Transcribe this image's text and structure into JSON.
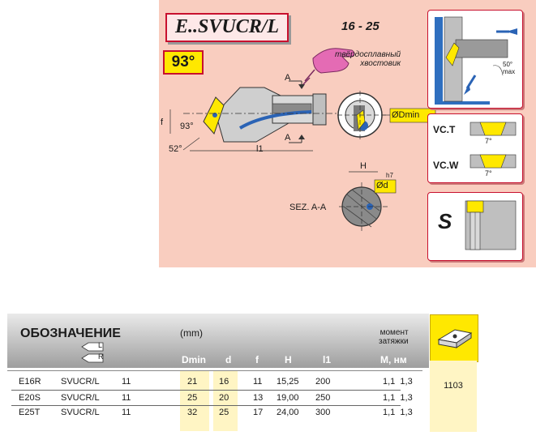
{
  "header": {
    "code": "E..SVUCR/L",
    "range": "16 - 25",
    "angle_badge": "93°",
    "note_line1": "твёрдосплавный",
    "note_line2": "хвостовик"
  },
  "diagram": {
    "label_a_top": "A",
    "label_a_bottom": "A",
    "label_dmin": "ØDmin",
    "label_angle_93": "93°",
    "label_angle_52": "52°",
    "label_f": "f",
    "label_l1": "l1",
    "label_section": "SEZ. A-A",
    "label_h": "H",
    "label_d": "Ød",
    "label_h7": "h7",
    "label_50max_1": "50°",
    "label_50max_2": "max"
  },
  "side": {
    "vct": "VC.T",
    "vcw": "VC.W",
    "seven_1": "7°",
    "seven_2": "7°",
    "s_label": "S"
  },
  "table": {
    "title": "ОБОЗНАЧЕНИЕ",
    "units": "(mm)",
    "l_mark": "L",
    "r_mark": "R",
    "moment_line1": "момент",
    "moment_line2": "затяжки",
    "columns": [
      "Dmin",
      "d",
      "f",
      "H",
      "l1",
      "M, нм"
    ],
    "insert_code": "1103",
    "rows": [
      {
        "code": "E16R",
        "model": "SVUCR/L",
        "size": "11",
        "dmin": "21",
        "d": "16",
        "f": "11",
        "h": "15,25",
        "l1": "200",
        "m": "1,1  1,3"
      },
      {
        "code": "E20S",
        "model": "SVUCR/L",
        "size": "11",
        "dmin": "25",
        "d": "20",
        "f": "13",
        "h": "19,00",
        "l1": "250",
        "m": "1,1  1,3"
      },
      {
        "code": "E25T",
        "model": "SVUCR/L",
        "size": "11",
        "dmin": "32",
        "d": "25",
        "f": "17",
        "h": "24,00",
        "l1": "300",
        "m": "1,1  1,3"
      }
    ]
  },
  "colors": {
    "panel": "#f9cdbf",
    "accent_red": "#c8102e",
    "badge_yellow": "#ffe800",
    "tool_blue": "#2a63b5",
    "column_tint": "#fff5c4"
  }
}
